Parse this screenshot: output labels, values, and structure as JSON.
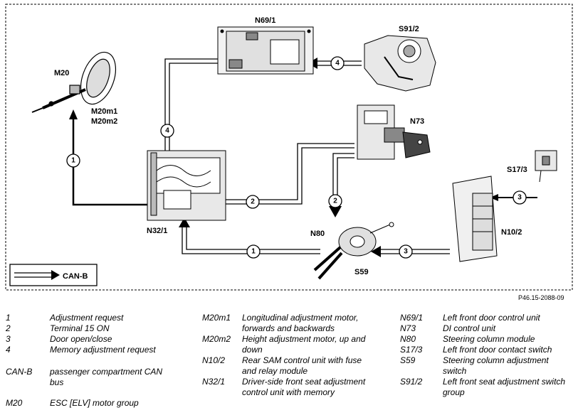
{
  "components": {
    "m20": "M20",
    "m20m1": "M20m1",
    "m20m2": "M20m2",
    "n69_1": "N69/1",
    "s91_2": "S91/2",
    "n73": "N73",
    "s17_3": "S17/3",
    "n10_2": "N10/2",
    "n32_1": "N32/1",
    "n80": "N80",
    "s59": "S59"
  },
  "signals": {
    "s1": "1",
    "s2": "2",
    "s3": "3",
    "s4": "4"
  },
  "bus_legend": "CAN-B",
  "reference": "P46.15-2088-09",
  "legend": {
    "col1": [
      {
        "key": "1",
        "text": "Adjustment request"
      },
      {
        "key": "2",
        "text": "Terminal 15 ON"
      },
      {
        "key": "3",
        "text": "Door open/close"
      },
      {
        "key": "4",
        "text": "Memory adjustment request"
      },
      {
        "key": "CAN-B",
        "text": "passenger compartment CAN bus"
      },
      {
        "key": "M20",
        "text": "ESC [ELV] motor group"
      }
    ],
    "col2": [
      {
        "key": "M20m1",
        "text": "Longitudinal adjustment motor, forwards and backwards"
      },
      {
        "key": "M20m2",
        "text": "Height adjustment motor, up and down"
      },
      {
        "key": "N10/2",
        "text": "Rear SAM control unit with fuse and relay module"
      },
      {
        "key": "N32/1",
        "text": "Driver-side front seat adjustment control unit with memory"
      }
    ],
    "col3": [
      {
        "key": "N69/1",
        "text": "Left front door control unit"
      },
      {
        "key": "N73",
        "text": "DI control unit"
      },
      {
        "key": "N80",
        "text": "Steering column module"
      },
      {
        "key": "S17/3",
        "text": "Left front door contact switch"
      },
      {
        "key": "S59",
        "text": "Steering column adjustment switch"
      },
      {
        "key": "S91/2",
        "text": "Left front seat adjustment switch group"
      }
    ]
  }
}
